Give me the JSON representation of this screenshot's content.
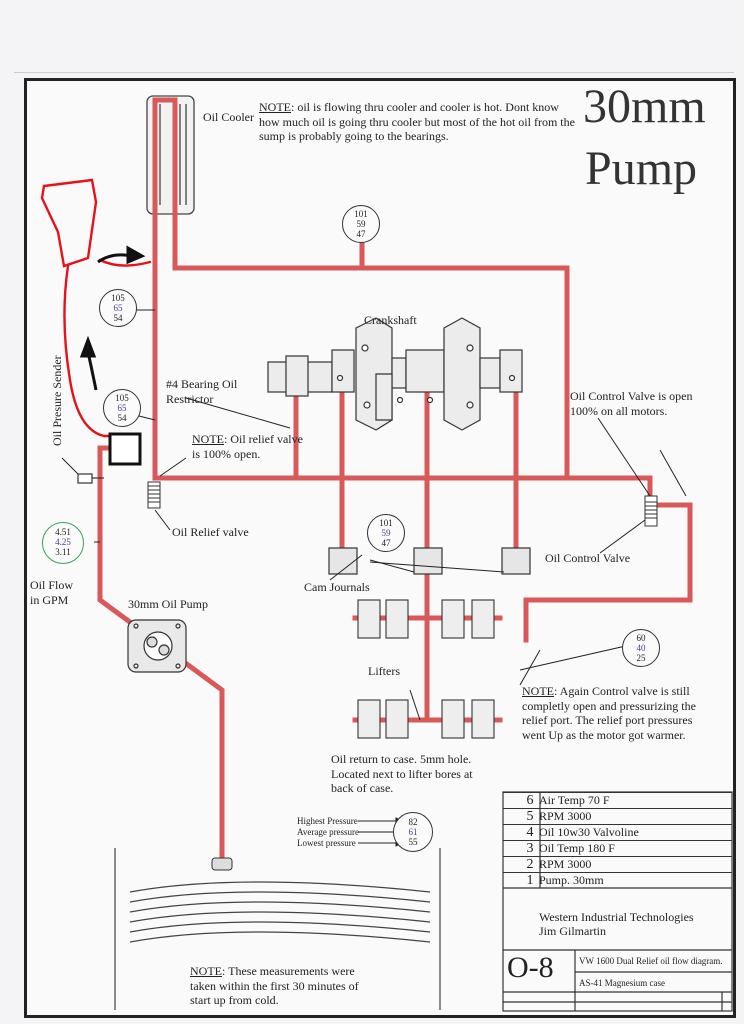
{
  "title": {
    "line1": "30mm",
    "line2": "Pump"
  },
  "notes": {
    "top_label": "NOTE",
    "top_body": ": oil is flowing thru cooler and cooler is hot. Dont know how much oil is going thru cooler but most of the hot oil from the sump is probably going to the bearings.",
    "relief_label": "NOTE",
    "relief_body": ": Oil relief valve is 100% open.",
    "control_label": "NOTE",
    "control_body": ": Again Control valve is still completly open and pressurizing the relief port. The relief port pressures went Up as the motor got warmer.",
    "bottom_label": "NOTE",
    "bottom_body": ": These measurements were taken within the first 30 minutes of start up from cold."
  },
  "labels": {
    "oil_cooler": "Oil Cooler",
    "crankshaft": "Crankshaft",
    "bearing_restrictor": "#4 Bearing Oil Restrictor",
    "oil_pressure_sender": "Oil Presure Sender",
    "oil_relief_valve": "Oil Relief valve",
    "oil_flow": "Oil Flow in GPM",
    "pump": "30mm Oil Pump",
    "cam_journals": "Cam Journals",
    "lifters": "Lifters",
    "oil_control_valve": "Oil Control Valve",
    "control_valve_note": "Oil Control Valve is open 100% on all motors.",
    "oil_return": "Oil return to case. 5mm hole. Located next to lifter bores at back of case."
  },
  "gauges": {
    "cooler": [
      "101",
      "59",
      "47"
    ],
    "upper_left": [
      "105",
      "65",
      "54"
    ],
    "lower_left": [
      "105",
      "65",
      "54"
    ],
    "center": [
      "101",
      "59",
      "47"
    ],
    "oil_flow": [
      "4.51",
      "4.25",
      "3.11"
    ],
    "control": [
      "60",
      "40",
      "25"
    ]
  },
  "legend": {
    "labels": [
      "Highest Pressure",
      "Average pressure",
      "Lowest pressure"
    ],
    "values": [
      "82",
      "61",
      "55"
    ]
  },
  "title_block": {
    "rows": [
      {
        "num": "6",
        "text": "Air Temp 70 F"
      },
      {
        "num": "5",
        "text": "RPM 3000"
      },
      {
        "num": "4",
        "text": "Oil 10w30 Valvoline"
      },
      {
        "num": "3",
        "text": "Oil Temp 180 F"
      },
      {
        "num": "2",
        "text": "RPM 3000"
      },
      {
        "num": "1",
        "text": "Pump. 30mm"
      }
    ],
    "company": "Western Industrial  Technologies",
    "author": "Jim Gilmartin",
    "drawing_no": "O-8",
    "description": "VW 1600 Dual Relief oil flow diagram.",
    "material": "AS-41 Magnesium case"
  },
  "colors": {
    "oil_line": "#d9585a",
    "annotation": "#e8101a",
    "flow_gauge": "#3aa05a",
    "gauge_values": "#4a3f8a"
  }
}
